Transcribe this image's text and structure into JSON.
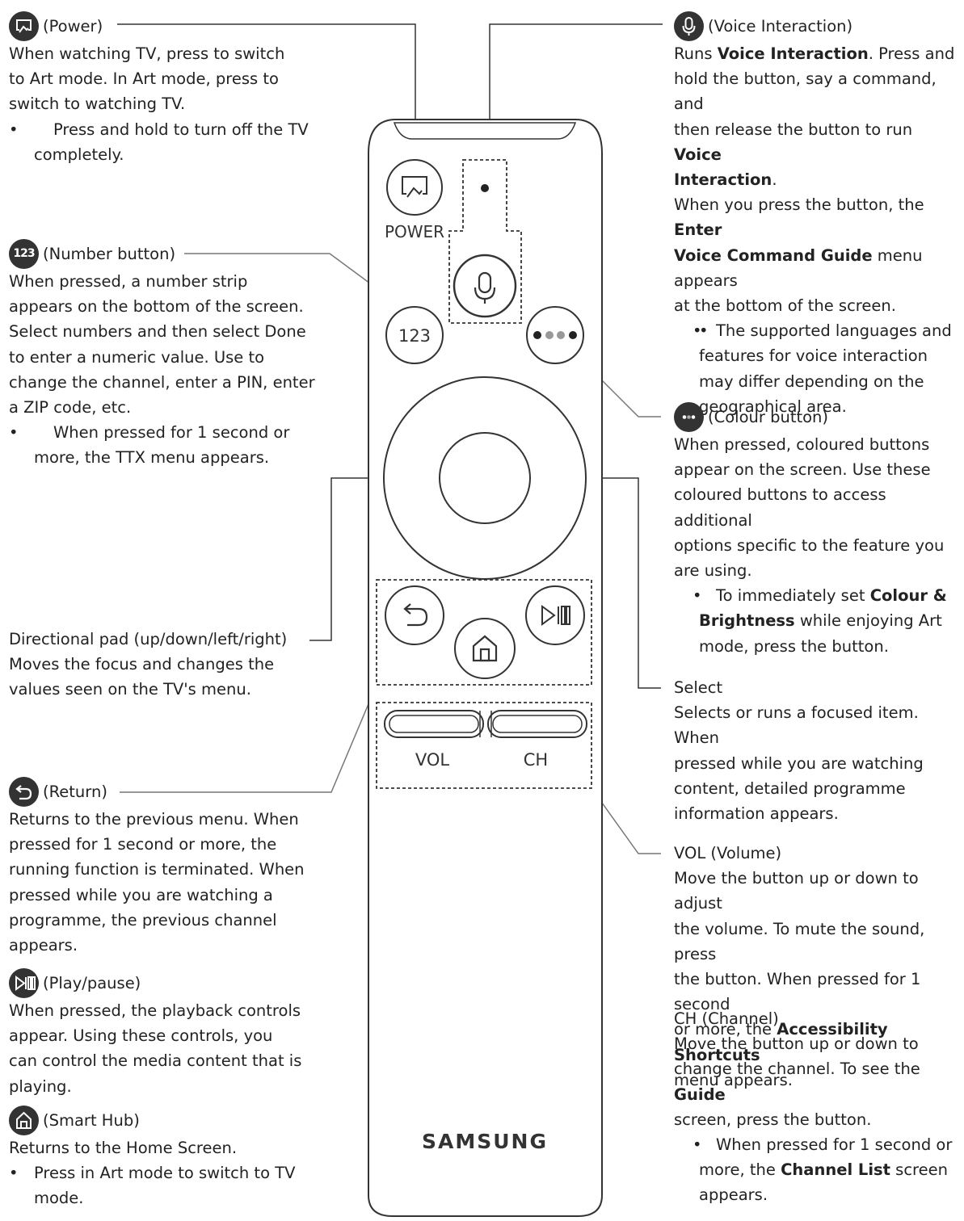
{
  "remote": {
    "power_label": "POWER",
    "num_label": "123",
    "vol_label": "VOL",
    "ch_label": "CH",
    "brand": "SAMSUNG"
  },
  "power": {
    "title": "(Power)",
    "icon": "art-mode-power-icon",
    "lines": [
      "When watching TV, press to switch",
      "to Art mode. In Art mode, press to",
      "switch to watching TV."
    ],
    "bullet": [
      "Press and hold to turn off the TV",
      "completely."
    ]
  },
  "number": {
    "icon_text": "123",
    "title": "(Number button)",
    "lines": [
      "When pressed, a number strip",
      "appears on the bottom of the screen.",
      "Select numbers and then select Done",
      "to enter a numeric value. Use to",
      "change the channel, enter a PIN, enter",
      "a ZIP code, etc."
    ],
    "bullet": [
      "When pressed for 1 second or",
      "more, the TTX menu appears."
    ]
  },
  "dpad": {
    "title": "Directional pad (up/down/left/right)",
    "lines": [
      "Moves the focus and changes the",
      "values seen on the TV's menu."
    ]
  },
  "return": {
    "title": "(Return)",
    "lines": [
      "Returns to the previous menu. When",
      "pressed for 1 second or more, the",
      "running function is terminated. When",
      "pressed while you are watching a",
      "programme, the previous channel",
      "appears."
    ]
  },
  "play": {
    "title": "(Play/pause)",
    "lines": [
      "When pressed, the playback controls",
      "appear. Using these controls, you",
      "can control the media content that is",
      "playing."
    ]
  },
  "smarthub": {
    "title": "(Smart Hub)",
    "lines": [
      "Returns to the Home Screen."
    ],
    "bullet": [
      "Press in Art mode to switch to TV",
      "mode."
    ]
  },
  "voice": {
    "title": "(Voice Interaction)",
    "l1a": "Runs ",
    "l1b": "Voice Interaction",
    "l1c": ". Press and",
    "l2": "hold the button, say a command, and",
    "l3a": "then release the button to run ",
    "l3b": "Voice",
    "l4a": "Interaction",
    "l4b": ".",
    "l5a": "When you press the button, the ",
    "l5b": "Enter",
    "l6a": "Voice Command Guide",
    "l6b": " menu appears",
    "l7": "at the bottom of the screen.",
    "bullet": [
      "The supported languages and",
      "features for voice interaction",
      "may differ depending on the",
      "geographical area."
    ]
  },
  "colour": {
    "title": "(Colour button)",
    "lines": [
      "When pressed, coloured buttons",
      "appear on the screen. Use these",
      "coloured buttons to access additional",
      "options specific to the feature you",
      "are using."
    ],
    "b1a": "To immediately set ",
    "b1b": "Colour &",
    "b2a": "Brightness",
    "b2b": " while enjoying Art",
    "b3": "mode, press the button."
  },
  "select": {
    "title": "Select",
    "lines": [
      "Selects or runs a focused item. When",
      "pressed while you are watching",
      "content, detailed programme",
      "information appears."
    ]
  },
  "vol": {
    "title": "VOL (Volume)",
    "lines": [
      "Move the button up or down to adjust",
      "the volume. To mute the sound, press",
      "the button. When pressed for 1 second"
    ],
    "l4a": "or more, the ",
    "l4b": "Accessibility Shortcuts",
    "l5": "menu appears."
  },
  "ch": {
    "title": "CH (Channel)",
    "l1": "Move the button up or down to",
    "l2a": "change the channel. To see the ",
    "l2b": "Guide",
    "l3": "screen, press the button.",
    "b1": "When pressed for 1 second or",
    "b2a": "more, the ",
    "b2b": "Channel List",
    "b2c": " screen",
    "b3": "appears."
  }
}
